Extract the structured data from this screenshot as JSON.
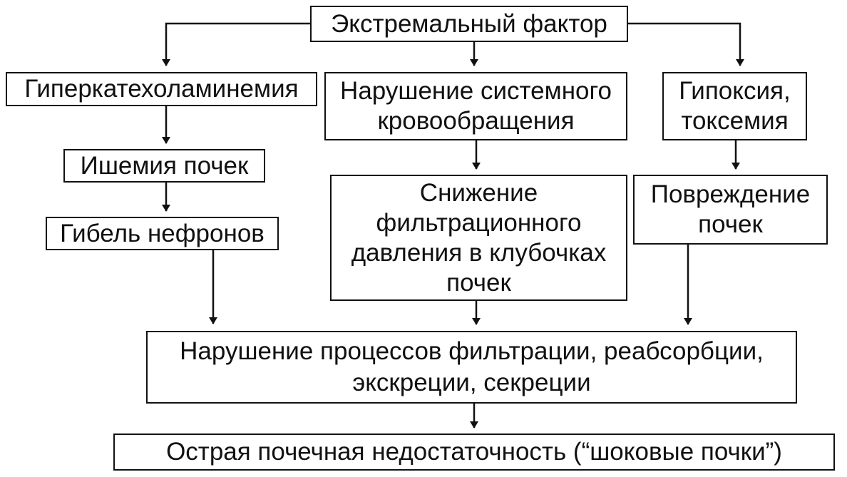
{
  "diagram": {
    "root": {
      "text": "Экстремальный фактор"
    },
    "left_branch": {
      "step1": "Гиперкатехоламинемия",
      "step2": "Ишемия почек",
      "step3": "Гибель нефронов"
    },
    "middle_branch": {
      "step1_line1": "Нарушение системного",
      "step1_line2": "кровообращения",
      "step2_line1": "Снижение",
      "step2_line2": "фильтрационного",
      "step2_line3": "давления в клубочках",
      "step2_line4": "почек"
    },
    "right_branch": {
      "step1_line1": "Гипоксия,",
      "step1_line2": "токсемия",
      "step2_line1": "Повреждение",
      "step2_line2": "почек"
    },
    "convergence": {
      "line1": "Нарушение процессов фильтрации, реабсорбции,",
      "line2": "экскреции, секреции"
    },
    "outcome": {
      "text": "Острая почечная недостаточность (“шоковые почки”)"
    }
  }
}
